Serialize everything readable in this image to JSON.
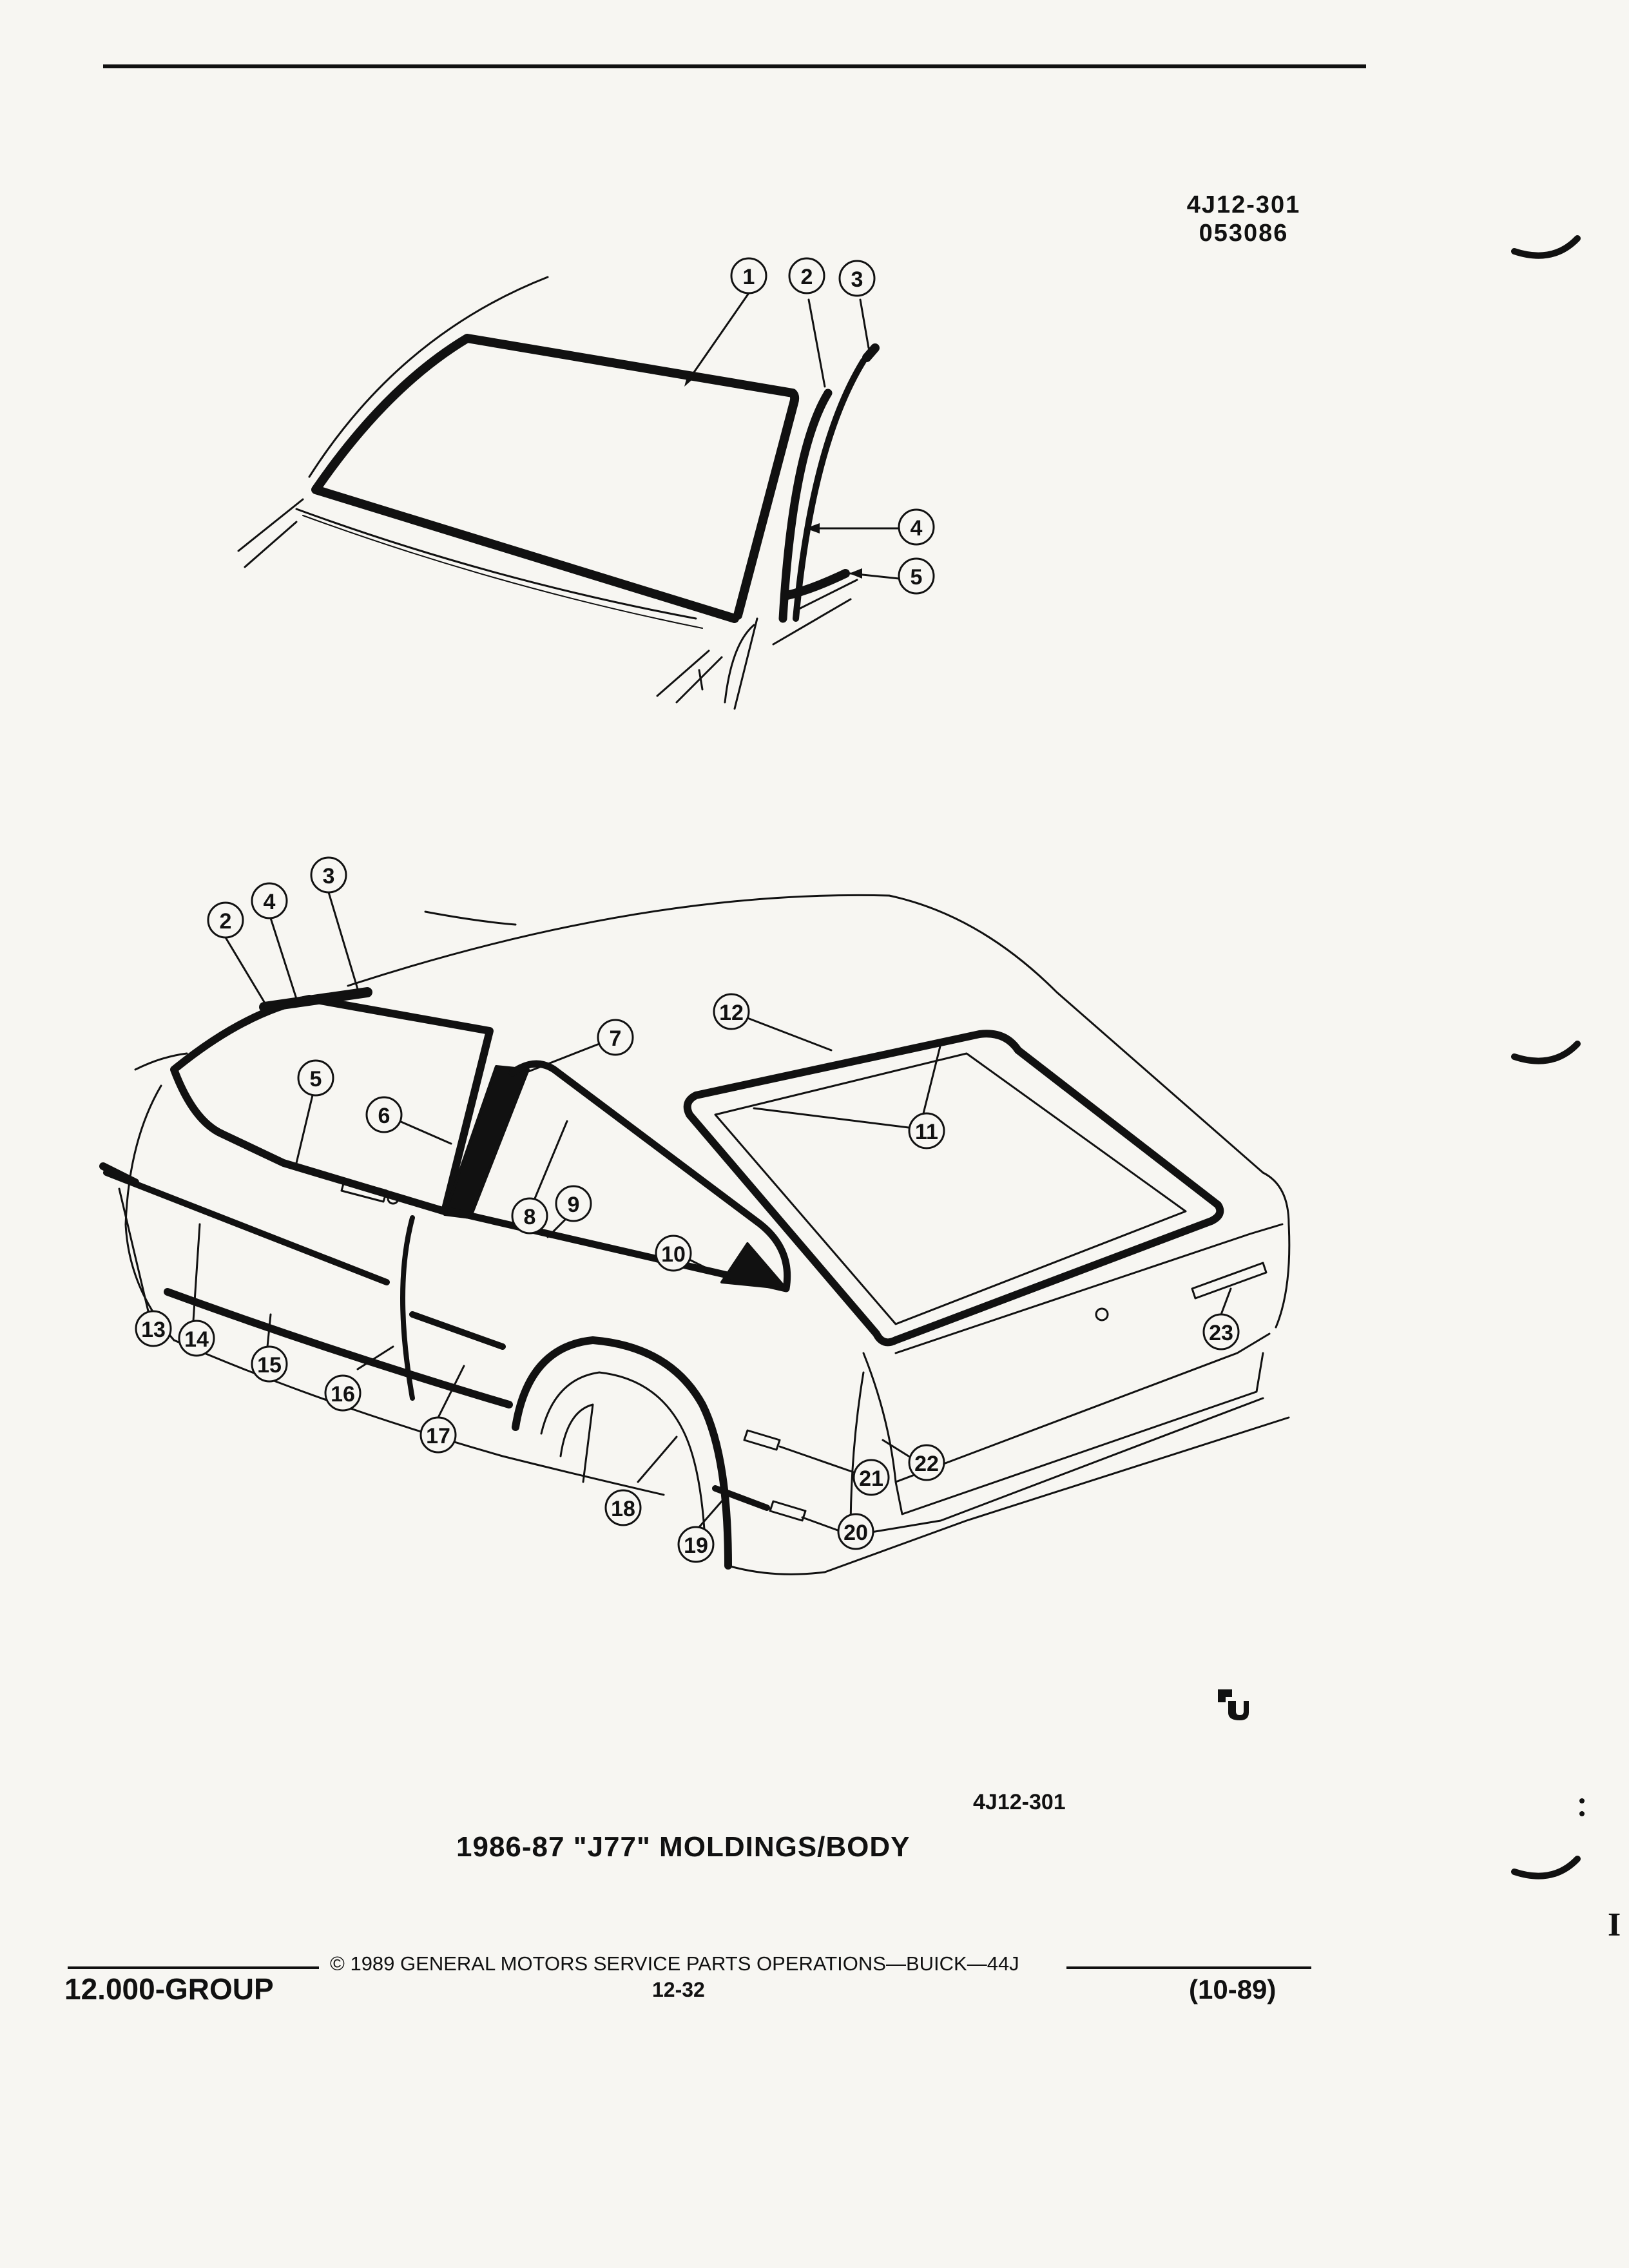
{
  "header": {
    "ref_line1": "4J12-301",
    "ref_line2": "053086"
  },
  "upper_callouts": [
    "1",
    "2",
    "3",
    "4",
    "5"
  ],
  "lower_callouts": [
    "2",
    "4",
    "3",
    "7",
    "12",
    "5",
    "6",
    "11",
    "8",
    "9",
    "10",
    "13",
    "14",
    "15",
    "16",
    "17",
    "18",
    "19",
    "20",
    "21",
    "22",
    "23"
  ],
  "caption": {
    "code": "4J12-301",
    "title": "1986-87 \"J77\" MOLDINGS/BODY"
  },
  "footer": {
    "group": "12.000-GROUP",
    "copyright": "© 1989 GENERAL MOTORS SERVICE PARTS OPERATIONS—BUICK—44J",
    "page": "12-32",
    "date": "(10-89)"
  },
  "margin_glyph": "I"
}
